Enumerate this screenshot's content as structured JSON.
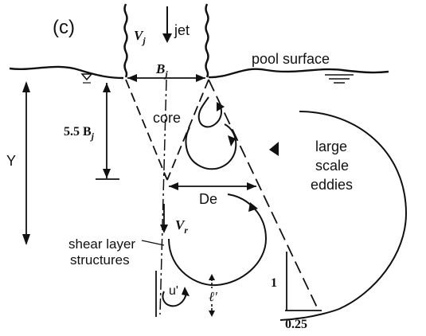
{
  "panel_label": "(c)",
  "labels": {
    "vj_main": "V",
    "vj_sub": "j",
    "jet": "jet",
    "pool_surface": "pool surface",
    "bj_main": "B",
    "bj_sub": "j",
    "depth_coeff": "5.5 B",
    "depth_sub": "j",
    "core": "core",
    "y": "Y",
    "de": "De",
    "large": "large",
    "scale": "scale",
    "eddies": "eddies",
    "vr_main": "V",
    "vr_sub": "r",
    "shear_layer": "shear layer",
    "structures": "structures",
    "u_prime": "u'",
    "l_prime": "ℓ'",
    "slope_rise": "1",
    "slope_run": "0.25"
  }
}
